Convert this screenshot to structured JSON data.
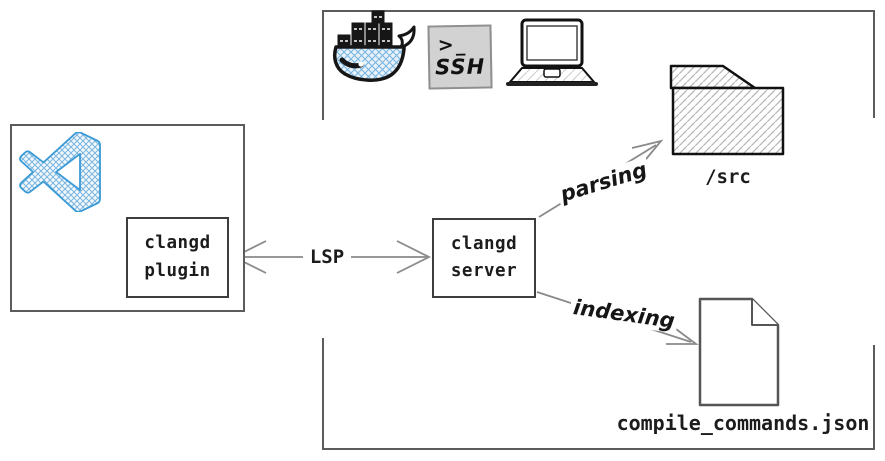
{
  "diagram": {
    "local_env": {
      "plugin_label": "clangd\nplugin"
    },
    "remote_env": {
      "server_label": "clangd\nserver",
      "src_folder_label": "/src",
      "compile_commands_label": "compile_commands.json",
      "ssh_prompt": ">_",
      "ssh_label": "SSH"
    },
    "edges": {
      "lsp_label": "LSP",
      "parsing_label": "parsing",
      "indexing_label": "indexing"
    },
    "icons": {
      "vscode": "vscode-logo-icon",
      "docker": "docker-whale-icon",
      "ssh": "ssh-terminal-icon",
      "laptop": "laptop-icon",
      "folder": "folder-icon",
      "document": "document-icon"
    },
    "colors": {
      "frame_border": "#5c5c5c",
      "node_border": "#3d3d3d",
      "arrow": "#8a8a8a",
      "sketch_ink": "#161616",
      "vscode_blue": "#3d9bd6",
      "hatch_blue": "#7ab5e0",
      "hatch_gray": "#b5b5b5",
      "ssh_bg": "#d2d2d2",
      "text": "#1c1c1c"
    }
  }
}
